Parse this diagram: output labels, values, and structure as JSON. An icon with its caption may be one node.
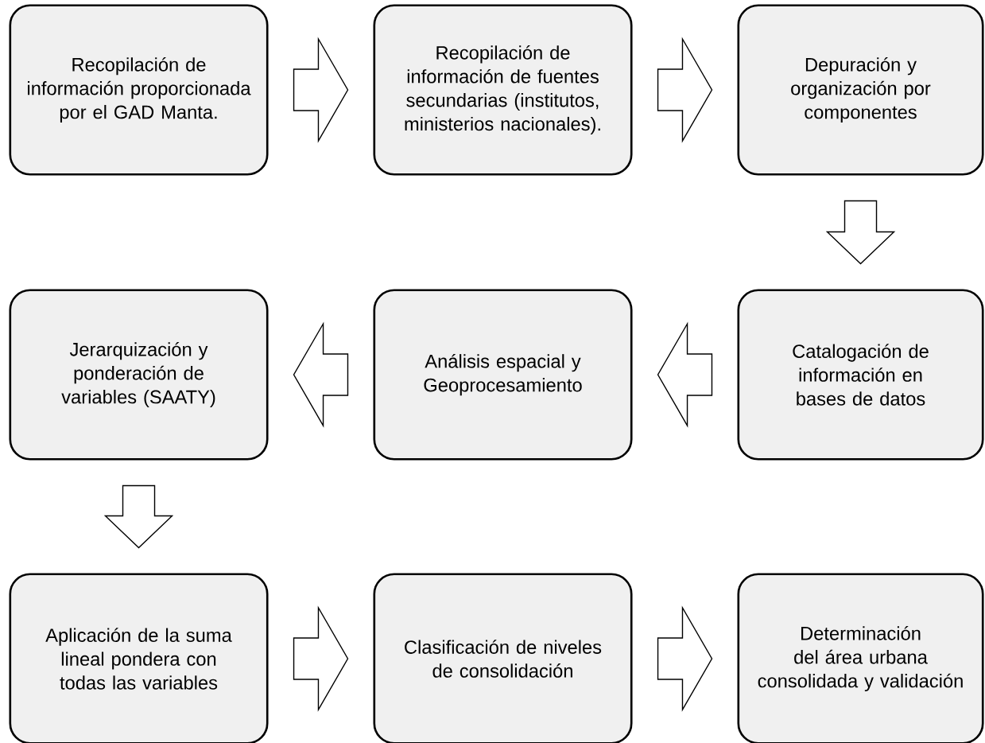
{
  "diagram": {
    "nodes": [
      {
        "text": [
          "Recopilación de información proporcionada por el GAD Manta."
        ]
      },
      {
        "text": [
          "Recopilación de información de fuentes secundarias (institutos, ministerios nacionales)."
        ]
      },
      {
        "text": [
          "Depuración y organización por componentes"
        ]
      },
      {
        "text": [
          "Catalogación de información en bases de datos"
        ]
      },
      {
        "text": [
          "Análisis espacial y Geoprocesamiento"
        ]
      },
      {
        "text": [
          "Jerarquización y ponderación de variables (SAATY)"
        ]
      },
      {
        "text": [
          "Aplicación de la suma lineal pondera con todas las variables"
        ]
      },
      {
        "text": [
          "Clasificación de niveles de consolidación"
        ]
      },
      {
        "text": [
          "Determinación del área urbana consolidada y validación"
        ]
      }
    ],
    "edges": [
      {
        "from": 0,
        "to": 1,
        "arrow": "to"
      },
      {
        "from": 1,
        "to": 2,
        "arrow": "to"
      },
      {
        "from": 2,
        "to": 3,
        "arrow": "to"
      },
      {
        "from": 3,
        "to": 4,
        "arrow": "to"
      },
      {
        "from": 4,
        "to": 5,
        "arrow": "to"
      },
      {
        "from": 5,
        "to": 6,
        "arrow": "to"
      },
      {
        "from": 6,
        "to": 7,
        "arrow": "to"
      },
      {
        "from": 7,
        "to": 8,
        "arrow": "to"
      }
    ]
  }
}
